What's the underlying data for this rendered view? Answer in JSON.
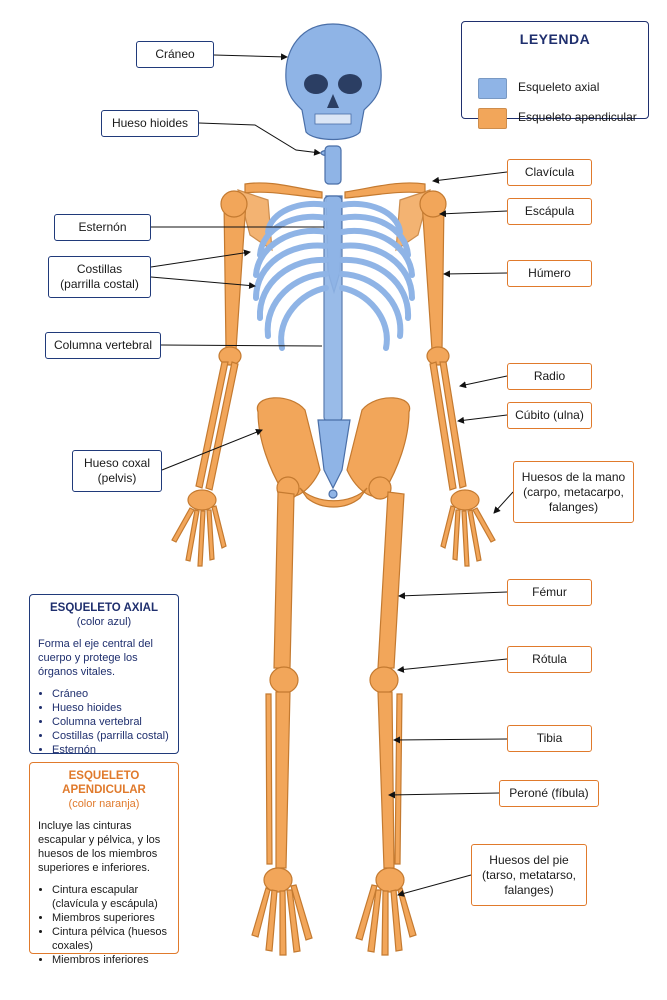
{
  "legend": {
    "title": "LEYENDA",
    "items": [
      {
        "label": "Esqueleto axial",
        "color": "#8fb4e6"
      },
      {
        "label": "Esqueleto apendicular",
        "color": "#f2a65a"
      }
    ]
  },
  "labels": {
    "craneo": "Cráneo",
    "hioides": "Hueso hioides",
    "esternon": "Esternón",
    "costillas_1": "Costillas",
    "costillas_2": "(parrilla costal)",
    "columna": "Columna vertebral",
    "coxal_1": "Hueso coxal",
    "coxal_2": "(pelvis)",
    "clavicula": "Clavícula",
    "escapula": "Escápula",
    "humero": "Húmero",
    "radio": "Radio",
    "cubito": "Cúbito (ulna)",
    "mano_1": "Huesos de la mano",
    "mano_2": "(carpo, metacarpo,",
    "mano_3": "falanges)",
    "femur": "Fémur",
    "rotula": "Rótula",
    "tibia": "Tibia",
    "perone": "Peroné (fíbula)",
    "pie_1": "Huesos del pie",
    "pie_2": "(tarso, metatarso,",
    "pie_3": "falanges)"
  },
  "axial_info": {
    "title": "ESQUELETO AXIAL",
    "subtitle": "(color azul)",
    "description": "Forma el eje central del cuerpo y protege los órganos vitales.",
    "items": [
      "Cráneo",
      "Hueso hioides",
      "Columna vertebral",
      "Costillas (parrilla costal)",
      "Esternón"
    ]
  },
  "apendicular_info": {
    "title": "ESQUELETO APENDICULAR",
    "subtitle": "(color naranja)",
    "description": "Incluye las cinturas escapular y pélvica, y los huesos de los miembros superiores e inferiores.",
    "items": [
      "Cintura escapular (clavícula y escápula)",
      "Miembros superiores",
      "Cintura pélvica (huesos coxales)",
      "Miembros inferiores"
    ]
  },
  "colors": {
    "axial": "#8fb4e6",
    "axial_stroke": "#4a6fa8",
    "apendicular": "#f2a65a",
    "apendicular_stroke": "#c47a30",
    "axial_border": "#203a7a",
    "apendicular_border": "#e07a2c"
  }
}
